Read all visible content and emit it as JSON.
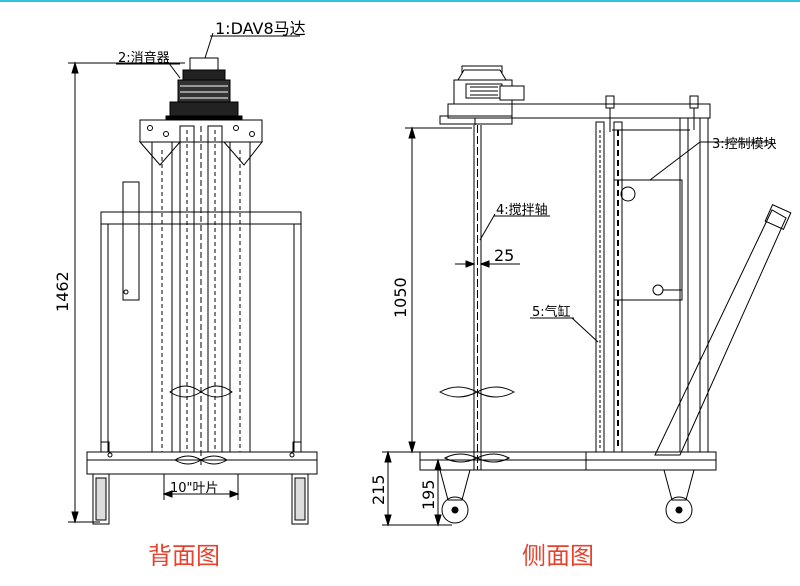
{
  "colors": {
    "frame_border": "#2ec4e0",
    "line": "#000000",
    "caption": "#e8412c"
  },
  "labels": {
    "motor": "1:DAV8马达",
    "silencer": "2:消音器",
    "control_module": "3:控制模块",
    "stirring_shaft": "4:搅拌轴",
    "cylinder": "5:气缸",
    "blade": "10\"叶片"
  },
  "dimensions": {
    "total_height": "1462",
    "shaft_length": "1050",
    "shaft_diameter": "25",
    "base_height": "215",
    "wheel_height": "195"
  },
  "captions": {
    "back_view": "背面图",
    "side_view": "侧面图"
  }
}
